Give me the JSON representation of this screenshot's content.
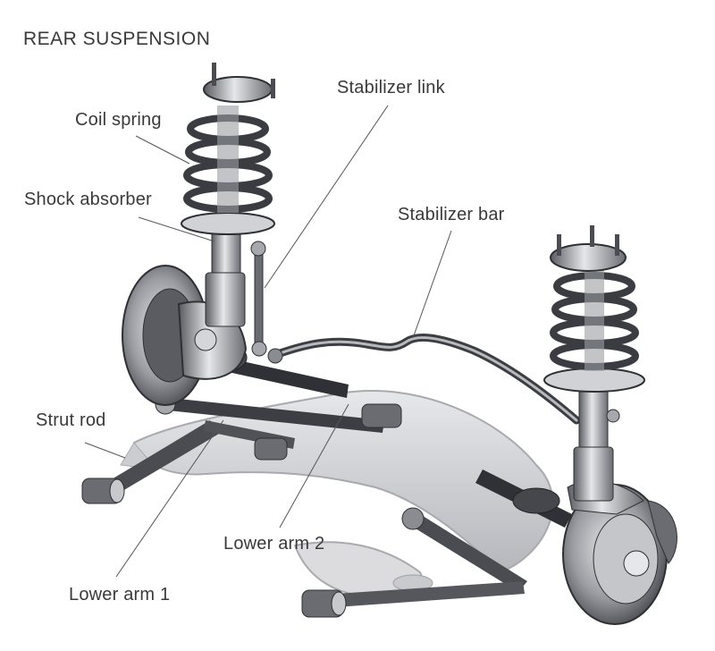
{
  "title": "REAR SUSPENSION",
  "labels": {
    "coil_spring": "Coil spring",
    "shock_absorber": "Shock absorber",
    "stabilizer_link": "Stabilizer link",
    "stabilizer_bar": "Stabilizer bar",
    "strut_rod": "Strut rod",
    "lower_arm_2": "Lower arm 2",
    "lower_arm_1": "Lower arm 1"
  },
  "colors": {
    "text": "#3a3a3a",
    "metal_dark": "#3c3c40",
    "metal_mid": "#8a8c92",
    "metal_light": "#d4d6da",
    "subframe": "#c9cace",
    "leader_line": "#555555"
  }
}
